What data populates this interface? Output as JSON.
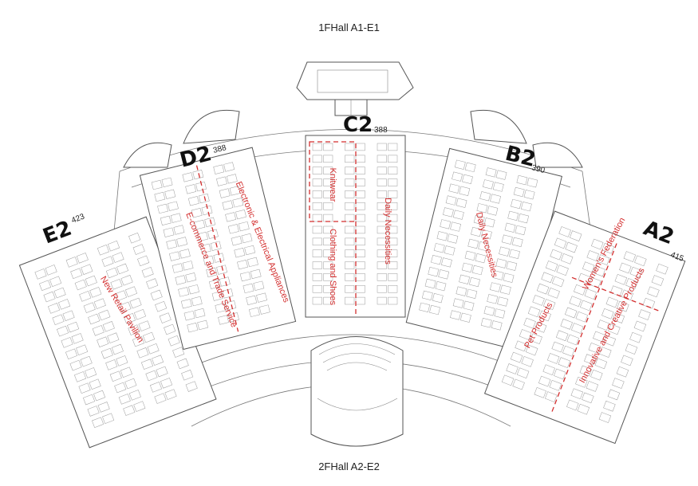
{
  "captions": {
    "top": "1FHall A1-E1",
    "bottom": "2FHall A2-E2"
  },
  "accent_color": "#d32f2f",
  "halls": {
    "e2": {
      "code": "E2",
      "count": "423",
      "zones": [
        "New Retail Pavilion"
      ]
    },
    "d2": {
      "code": "D2",
      "count": "388",
      "zones": [
        "Electronic & Electrical Appliances",
        "E-commerce and Trade Service"
      ]
    },
    "c2": {
      "code": "C2",
      "count": "388",
      "zones": [
        "Knitwear",
        "Clothing and Shoes",
        "Daily Necessities"
      ]
    },
    "b2": {
      "code": "B2",
      "count": "390",
      "zones": [
        "Daily Necessities"
      ]
    },
    "a2": {
      "code": "A2",
      "count": "415",
      "zones": [
        "Women's Federation",
        "Innovative and Creative Products",
        "Pet Products"
      ]
    }
  }
}
